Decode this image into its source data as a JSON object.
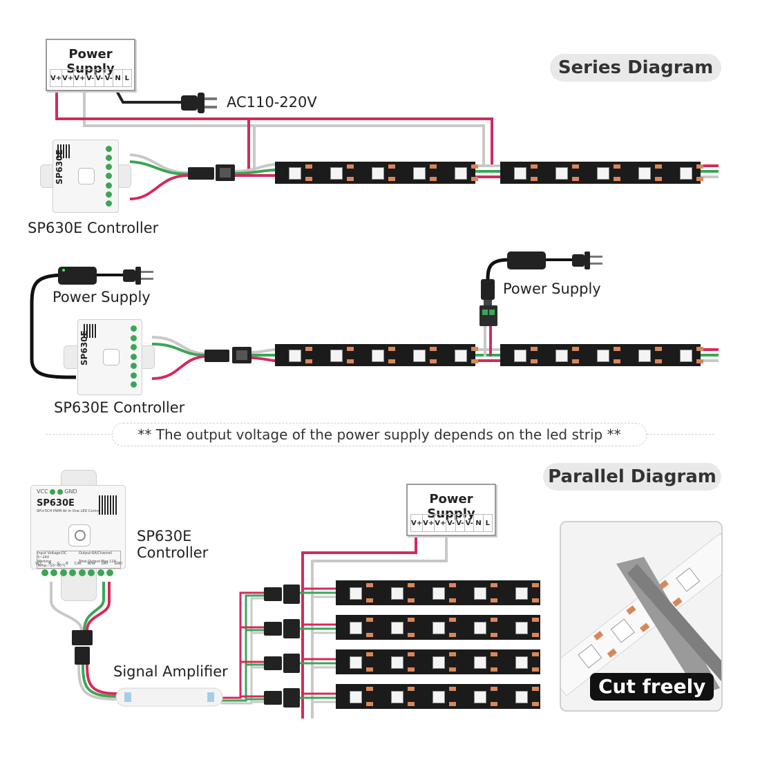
{
  "series": {
    "title": "Series Diagram",
    "power_supply": {
      "title": "Power Supply",
      "terminals": [
        "V+",
        "V+",
        "V+",
        "V-",
        "V-",
        "V-",
        "N",
        "L"
      ],
      "ac_label": "AC110-220V"
    },
    "controller_label": "SP630E Controller",
    "controller_brand": "SP630E"
  },
  "series2": {
    "adapter_label": "Power Supply",
    "inject_label": "Power Supply",
    "controller_label": "SP630E Controller",
    "controller_brand": "SP630E"
  },
  "note": "** The output voltage of the power supply depends on the led strip **",
  "parallel": {
    "title": "Parallel Diagram",
    "controller_label_line1": "SP630E",
    "controller_label_line2": "Controller",
    "controller": {
      "brand": "SP630E",
      "subtitle": "SPI+5CH PWM All In One LED Controller",
      "spec_left_1": "Input Voltage:DC 5~24V",
      "spec_left_2": "Working Temp.:-10~60°C",
      "spec_right_1": "Output:6A/Channel",
      "spec_right_2": "Total Output:Max 12A",
      "top_pins": [
        "VCC",
        "GND"
      ],
      "bottom_pins": [
        "VCC",
        "R",
        "G",
        "B",
        "C/W",
        "W/W",
        "DAT",
        "GND"
      ]
    },
    "power_supply": {
      "title": "Power Supply",
      "terminals": [
        "V+",
        "V+",
        "V+",
        "V-",
        "V-",
        "V-",
        "N",
        "L"
      ]
    },
    "amplifier_label": "Signal Amplifier",
    "cut_label": "Cut freely"
  },
  "colors": {
    "red_wire": "#d42a5b",
    "green_wire": "#3aa655",
    "grey_wire": "#c8c8c8",
    "strip": "#1b1b1b",
    "pad": "#d9875a"
  }
}
